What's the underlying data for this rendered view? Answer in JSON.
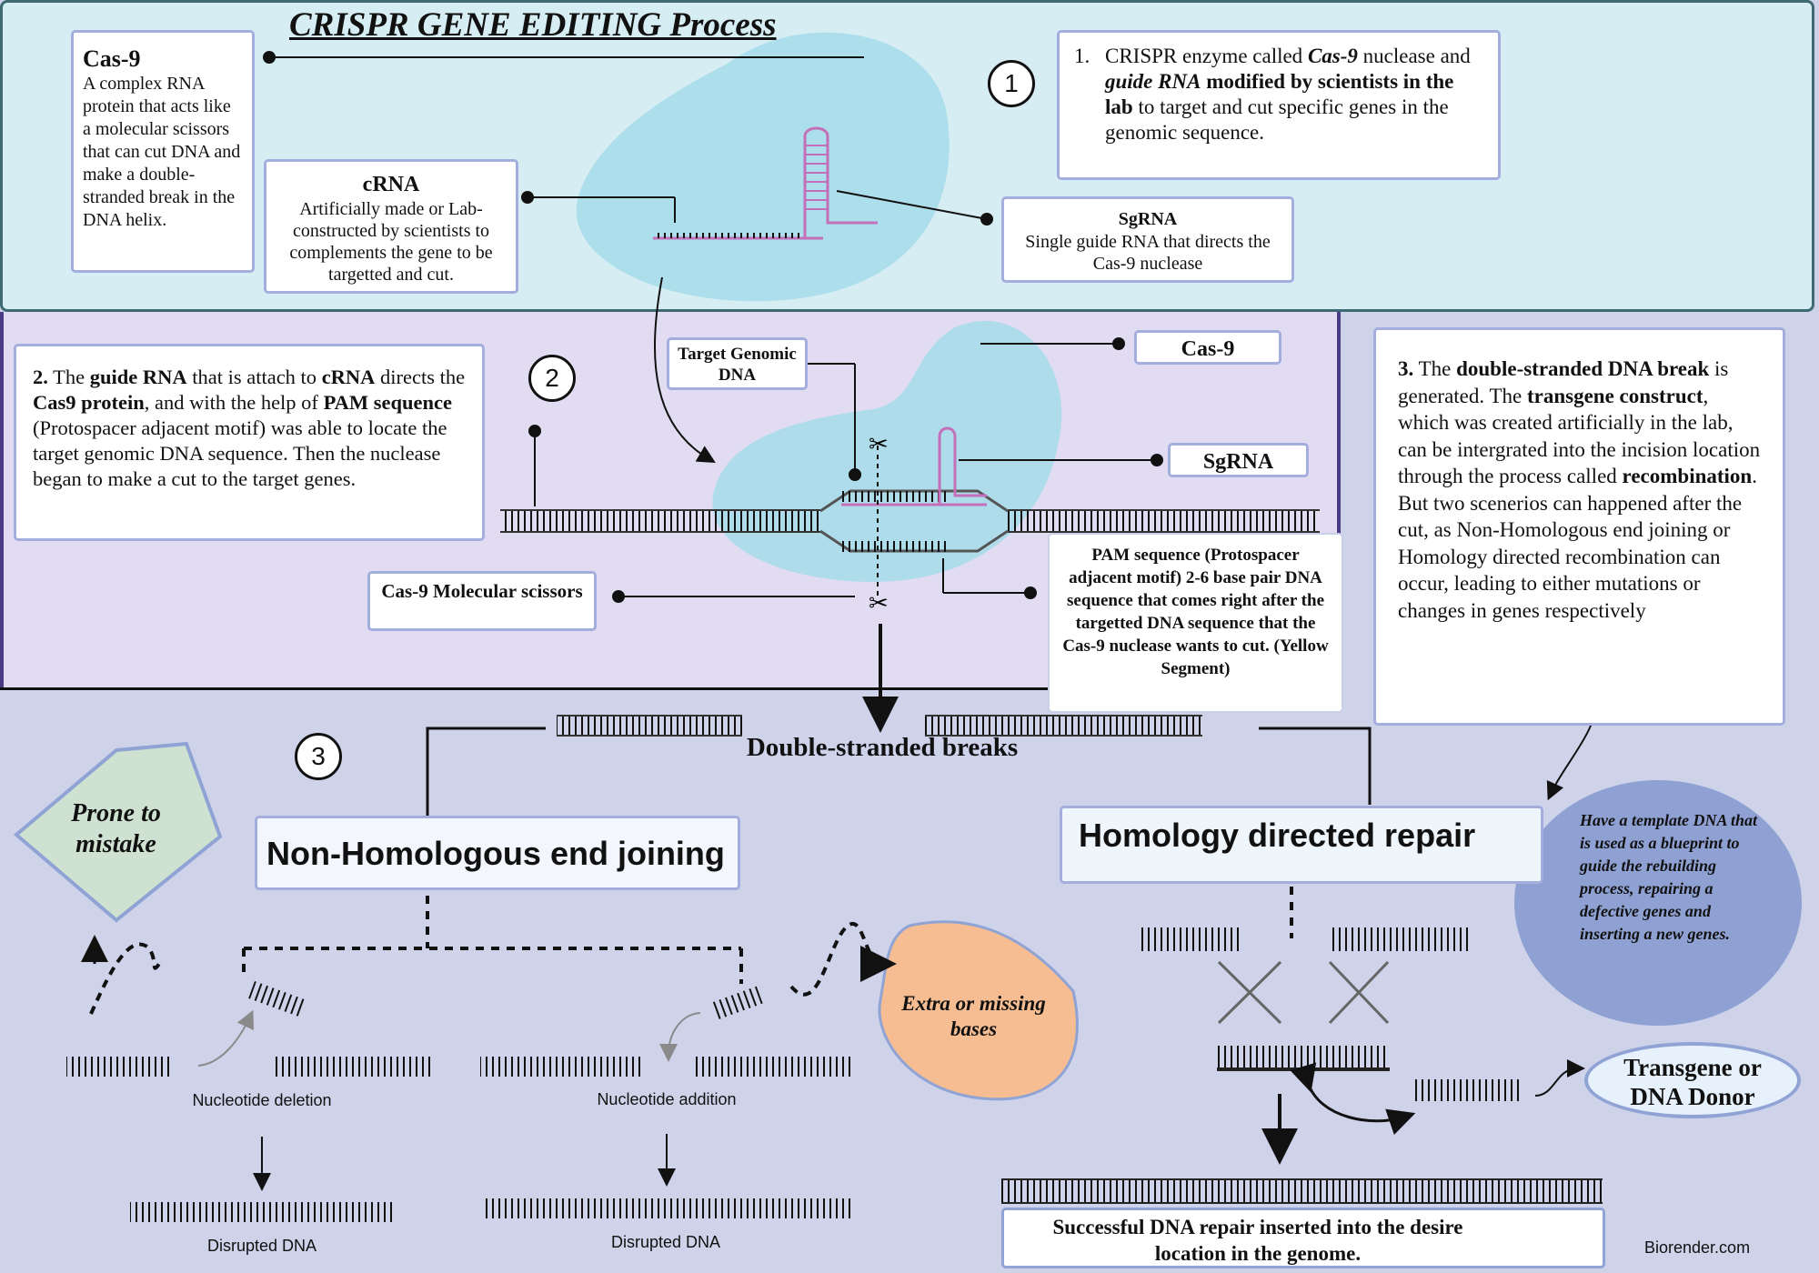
{
  "title": "CRISPR GENE EDITING Process",
  "credit": "Biorender.com",
  "steps": [
    "1",
    "2",
    "3"
  ],
  "cas9_card": {
    "heading": "Cas-9",
    "body": "A complex RNA protein that acts like a molecular scissors that can cut DNA and make a double-stranded break in the DNA helix."
  },
  "crna_card": {
    "heading": "cRNA",
    "body": "Artificially made or Lab-constructed by scientists to complements the gene to be targetted and cut."
  },
  "sgrna_card": {
    "heading": "SgRNA",
    "body": "Single guide RNA that directs the Cas-9 nuclease"
  },
  "step1_text": {
    "number": "1.",
    "part1": "CRISPR enzyme called ",
    "cas9": "Cas-9",
    "part2": " nuclease and ",
    "guide": "guide RNA",
    "modified": " modified by scientists in the lab",
    "part3": " to target and cut specific genes in the genomic sequence."
  },
  "step2_text": {
    "number": "2.",
    "part1": "  The ",
    "guide": "guide RNA",
    "part2": " that is attach to ",
    "crna": "cRNA",
    "part3": " directs the ",
    "cas9": "Cas9 protein",
    "part4": ", and with the help of ",
    "pam": "PAM sequence",
    "part5": " (Protospacer adjacent motif) was able to locate the target genomic DNA sequence. Then the nuclease began to make a cut to the target genes."
  },
  "step3_text": {
    "number": "3.",
    "part1": " The ",
    "dsb": "double-stranded DNA break",
    "part2": " is generated. The ",
    "transgene": "transgene construct",
    "part3": ", which was created artificially in the lab, can be intergrated into the incision location through the process called ",
    "recomb": "recombination",
    "part4": ". But two scenerios can happened after the cut, as Non-Homologous end joining or Homology directed recombination can occur, leading to either mutations or changes in genes respectively"
  },
  "labels": {
    "target_dna": "Target Genomic DNA",
    "cas9": "Cas-9",
    "sgrna": "SgRNA",
    "scissors": "Cas-9 Molecular scissors",
    "pam": "PAM sequence (Protospacer adjacent motif) 2-6 base pair DNA sequence that comes right after the targetted DNA sequence that the Cas-9 nuclease wants to cut. (Yellow Segment)",
    "dsb": "Double-stranded breaks",
    "nhej": "Non-Homologous end joining",
    "hdr": "Homology directed repair",
    "prone": "Prone to mistake",
    "extra": "Extra or missing bases",
    "template": "Have a template DNA that is used as a blueprint to guide the rebuilding process,  repairing a defective genes and inserting a new genes.",
    "transgene": "Transgene or DNA Donor",
    "deletion": "Nucleotide deletion",
    "addition": "Nucleotide addition",
    "disrupted1": "Disrupted DNA",
    "disrupted2": "Disrupted DNA",
    "success": "Successful DNA repair inserted into the desire location in the genome."
  },
  "colors": {
    "panel1_bg": "#d5edf3",
    "panel2_bg": "#e2dcf3",
    "panel3_bg": "#cfd3ea",
    "cas9_blob": "#a9dbea",
    "rna": "#c46fb9",
    "dna_red": "#c0262b",
    "pam_yellow": "#e3b23c",
    "green": "#3e8e2f",
    "teal": "#1f6f8b",
    "orange": "#ec9b2b",
    "navy": "#1f3c8f",
    "blue": "#2f66c8",
    "cyan": "#58b9e6",
    "prone_green": "#cfe2d1",
    "extra_orange": "#f6bd92",
    "template_blue": "#8fa1d3",
    "transgene_bg": "#e7f1fb"
  }
}
